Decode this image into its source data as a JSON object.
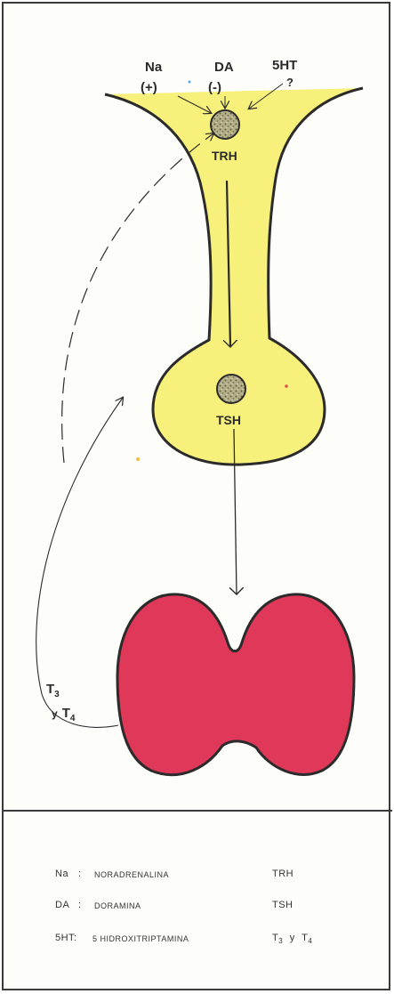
{
  "diagram": {
    "top_labels": {
      "na": "Na",
      "na_sign": "(+)",
      "da": "DA",
      "da_sign": "(-)",
      "fivehtv": "5HT",
      "question": "?"
    },
    "nodes": {
      "trh": "TRH",
      "tsh": "TSH"
    },
    "feedback": {
      "t": "T",
      "sub3": "3",
      "y": "y",
      "t2": "T",
      "sub4": "4"
    },
    "colors": {
      "pituitary_fill": "#f7f07a",
      "thyroid_fill": "#e03858",
      "outline": "#2b2b2b",
      "nucleus": "#8a8a6a"
    }
  },
  "legend": {
    "rows": [
      {
        "key": "Na",
        "sep": ":",
        "desc": "NORADRENALINA",
        "right": "TRH"
      },
      {
        "key": "DA",
        "sep": ":",
        "desc": "DORAMINA",
        "right": "TSH"
      },
      {
        "key": "5HT:",
        "sep": "",
        "desc": "5 HIDROXITRIPTAMINA",
        "right_t": "T",
        "right_3": "3",
        "right_y": "y",
        "right_t2": "T",
        "right_4": "4"
      }
    ]
  }
}
